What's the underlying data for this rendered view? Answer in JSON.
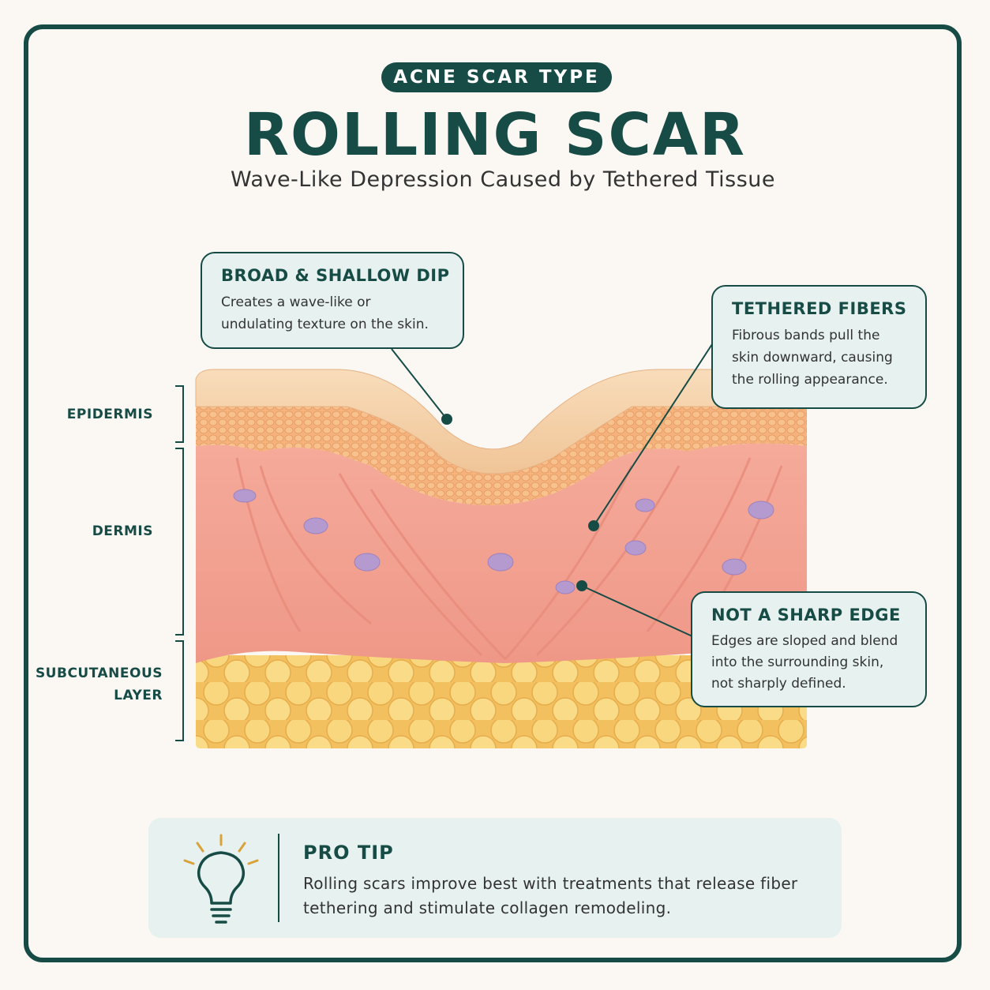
{
  "header": {
    "badge": "ACNE SCAR TYPE",
    "title": "ROLLING SCAR",
    "subtitle": "Wave-Like Depression Caused by Tethered Tissue"
  },
  "layers": {
    "epidermis": "EPIDERMIS",
    "dermis": "DERMIS",
    "subcutaneous_line1": "SUBCUTANEOUS",
    "subcutaneous_line2": "LAYER"
  },
  "callouts": {
    "broad": {
      "heading": "BROAD & SHALLOW DIP",
      "body": "Creates a wave-like or undulating texture on the skin."
    },
    "tethered": {
      "heading": "TETHERED FIBERS",
      "body": "Fibrous bands pull the skin downward, causing the rolling appearance."
    },
    "edge": {
      "heading": "NOT A SHARP EDGE",
      "body": "Edges are sloped and blend into the surrounding skin, not sharply defined."
    }
  },
  "tip": {
    "heading": "PRO TIP",
    "body": "Rolling scars improve best with treatments that release fiber tethering and stimulate collagen remodeling."
  },
  "colors": {
    "primary": "#174b45",
    "panel": "#e6f1f0",
    "epidermis": "#f2c9a0",
    "dermis": "#f2a495",
    "fat": "#f6cd72",
    "tip_icon_rays": "#d9a23a"
  },
  "icons": {
    "tip": "lightbulb-icon"
  }
}
